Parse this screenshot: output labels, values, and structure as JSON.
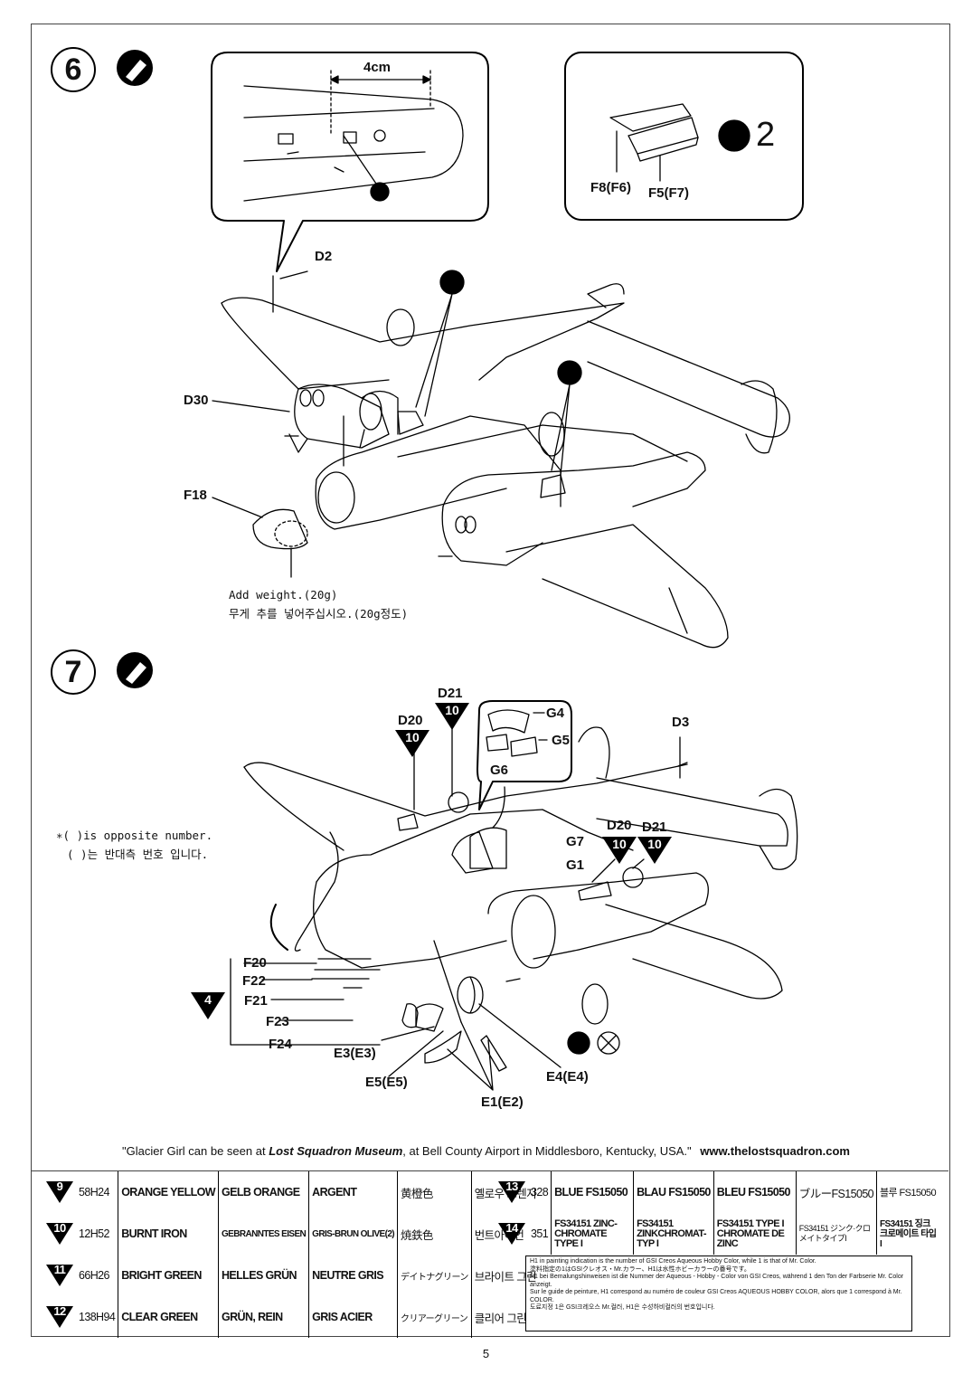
{
  "step6": {
    "number": "6",
    "detail_dimension": "4cm",
    "detail2_parts": [
      "F8(F6)",
      "F5(F7)"
    ],
    "detail2_ref": "2",
    "parts": [
      "D2",
      "D30",
      "F18"
    ],
    "weight_note_en": "Add weight.(20g)",
    "weight_note_ko": "무게 추를 넣어주십시오.(20g정도)"
  },
  "step7": {
    "number": "7",
    "opposite_en": "∗( )is opposite number.",
    "opposite_ko": "( )는 반대측 번호 입니다.",
    "parts": {
      "d20_a": "D20",
      "d21_a": "D21",
      "d3": "D3",
      "g4": "G4",
      "g5": "G5",
      "g6": "G6",
      "g7": "G7",
      "g1": "G1",
      "d20_b": "D20",
      "d21_b": "D21",
      "f20": "F20",
      "f22": "F22",
      "f21": "F21",
      "f23": "F23",
      "f24": "F24",
      "e3": "E3(E3)",
      "e5": "E5(E5)",
      "e1": "E1(E2)",
      "e4": "E4(E4)"
    },
    "color_ref": "10",
    "subassembly_ref": "4"
  },
  "caption": {
    "before": "\"Glacier Girl can be seen at ",
    "museum": "Lost Squadron Museum",
    "after": ", at Bell County Airport in Middlesboro, Kentucky, USA.\"",
    "url": "www.thelostsquadron.com"
  },
  "colors": [
    {
      "num": "9",
      "code": "58H24",
      "en": "ORANGE YELLOW",
      "de": "GELB ORANGE",
      "fr": "ARGENT",
      "ja": "黄橙色",
      "ko": "옐로우 오렌지"
    },
    {
      "num": "10",
      "code": "12H52",
      "en": "BURNT IRON",
      "de": "GEBRANNTES EISEN",
      "fr": "GRIS-BRUN OLIVE(2)",
      "ja": "焼鉄色",
      "ko": "번트아이언"
    },
    {
      "num": "11",
      "code": "66H26",
      "en": "BRIGHT GREEN",
      "de": "HELLES GRÜN",
      "fr": "NEUTRE GRIS",
      "ja": "デイトナグリーン",
      "ko": "브라이트 그린"
    },
    {
      "num": "12",
      "code": "138H94",
      "en": "CLEAR GREEN",
      "de": "GRÜN, REIN",
      "fr": "GRIS ACIER",
      "ja": "クリアーグリーン",
      "ko": "클리어 그린"
    },
    {
      "num": "13",
      "code": "328",
      "en": "BLUE FS15050",
      "de": "BLAU FS15050",
      "fr": "BLEU FS15050",
      "ja": "ブルーFS15050",
      "ko": "블루 FS15050"
    },
    {
      "num": "14",
      "code": "351",
      "en": "FS34151 ZINC-CHROMATE TYPE I",
      "de": "FS34151 ZINKCHROMAT-TYP I",
      "fr": "FS34151 TYPE I CHROMATE DE ZINC",
      "ja": "FS34151 ジンク·クロメイトタイプI",
      "ko": "FS34151 징크 크로메이트 타입 I"
    }
  ],
  "note_lines": [
    "H1 in painting indication is the number of GSI Creos Aqueous Hobby Color, while 1 is that of Mr. Color.",
    "塗料指定の1はGSIクレオス・Mr.カラー、H1は水性ホビーカラーの番号です。",
    "H1 bei Bemalungshinweisen ist die Nummer der Aqueous - Hobby - Color von GSI Creos, während 1 den Ton der Farbserie Mr. Color anzeigt.",
    "Sur le guide de peinture, H1 correspond au numéro de couleur GSI Creos AQUEOUS HOBBY COLOR, alors que 1 correspond à Mr. COLOR.",
    "도료지정 1은 GSI크레오스 Mr.컬러, H1은 수성하비컬러의 번호입니다."
  ],
  "page_number": "5"
}
